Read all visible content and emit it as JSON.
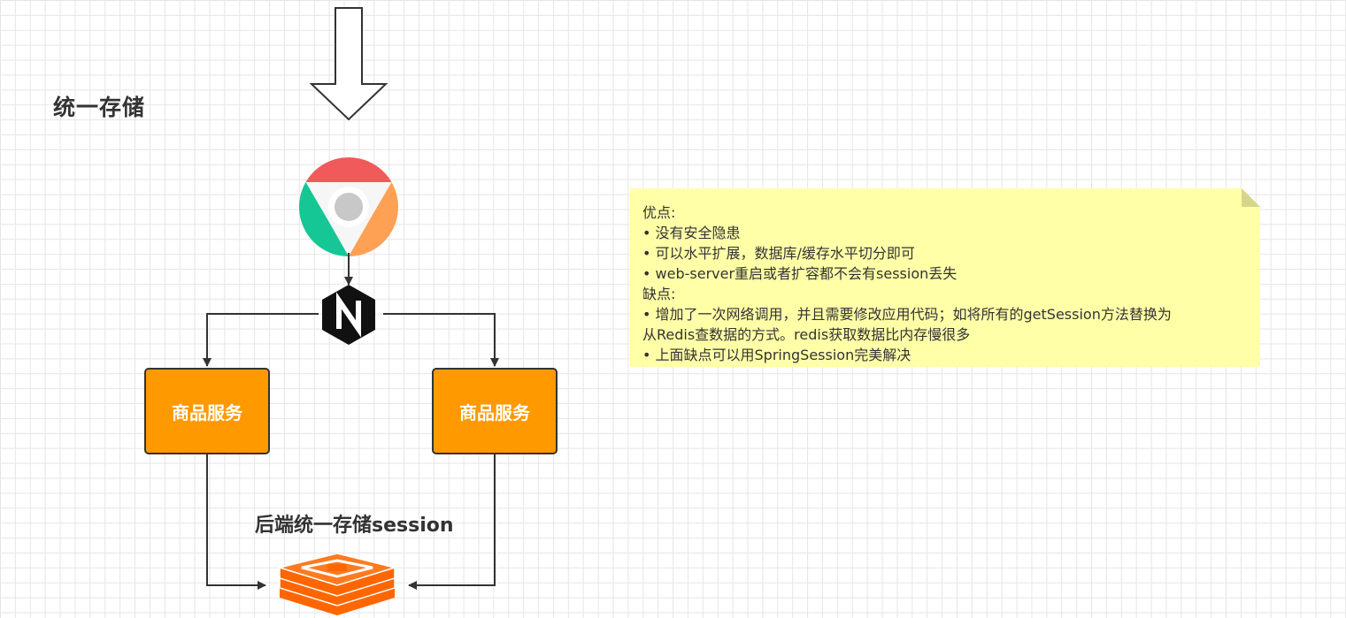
{
  "diagram": {
    "title": "统一存储",
    "services": [
      {
        "label": "商品服务"
      },
      {
        "label": "商品服务"
      }
    ],
    "storage_label": "后端统一存储session",
    "icons": {
      "browser": "chrome-browser-icon",
      "gateway": "nginx-icon",
      "storage": "redis-icon",
      "entry_arrow": "down-arrow-icon"
    },
    "colors": {
      "service_fill": "#ff9900",
      "note_fill": "#ffffa8",
      "redis": "#ff6600",
      "text": "#333333"
    }
  },
  "note": {
    "lines": [
      "优点:",
      "• 没有安全隐患",
      "• 可以水平扩展，数据库/缓存水平切分即可",
      "• web-server重启或者扩容都不会有session丢失",
      "缺点:",
      "• 增加了一次网络调用，并且需要修改应用代码；如将所有的getSession方法替换为",
      "从Redis查数据的方式。redis获取数据比内存慢很多",
      "• 上面缺点可以用SpringSession完美解决"
    ]
  }
}
